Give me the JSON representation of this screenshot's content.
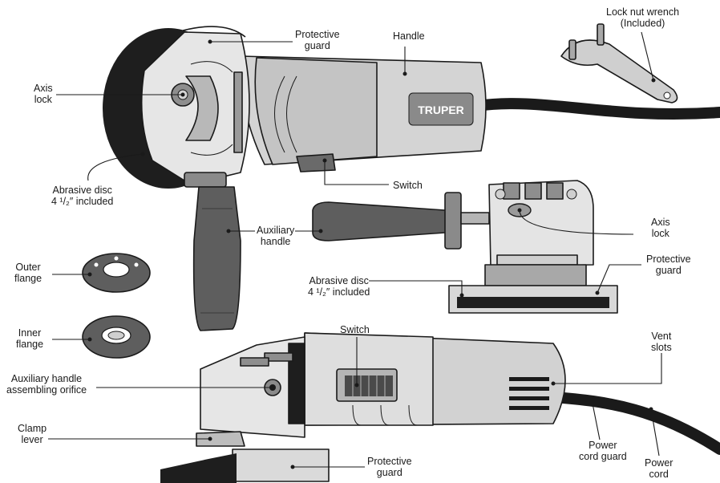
{
  "labels": {
    "protective_guard_top": [
      "Protective",
      "guard"
    ],
    "handle": [
      "Handle"
    ],
    "lock_nut_wrench": [
      "Lock nut wrench",
      "(Included)"
    ],
    "axis_lock_left": [
      "Axis",
      "lock"
    ],
    "abrasive_disc_left": [
      "Abrasive disc",
      "4 ¹/₂″ included"
    ],
    "switch_top": [
      "Switch"
    ],
    "auxiliary_handle": [
      "Auxiliary",
      "handle"
    ],
    "axis_lock_right": [
      "Axis",
      "lock"
    ],
    "protective_guard_right": [
      "Protective",
      "guard"
    ],
    "abrasive_disc_center": [
      "Abrasive disc",
      "4 ¹/₂″ included"
    ],
    "outer_flange": [
      "Outer",
      "flange"
    ],
    "inner_flange": [
      "Inner",
      "flange"
    ],
    "switch_bottom": [
      "Switch"
    ],
    "vent_slots": [
      "Vent",
      "slots"
    ],
    "aux_handle_orifice": [
      "Auxiliary handle",
      "assembling orifice"
    ],
    "clamp_lever": [
      "Clamp",
      "lever"
    ],
    "power_cord_guard": [
      "Power",
      "cord guard"
    ],
    "protective_guard_bottom": [
      "Protective",
      "guard"
    ],
    "power_cord": [
      "Power",
      "cord"
    ]
  },
  "brand": "TRUPER",
  "colors": {
    "body_light": "#dcdcdc",
    "body_mid": "#bdbdbd",
    "body_dark": "#8e8e8e",
    "rubber": "#5e5e5e",
    "disc": "#1e1e1e",
    "outline": "#1a1a1a"
  }
}
